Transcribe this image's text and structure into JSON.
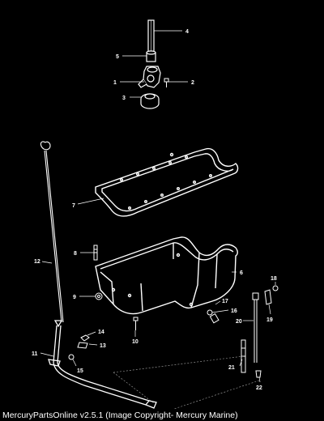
{
  "diagram": {
    "parts": [
      {
        "number": "1"
      },
      {
        "number": "2"
      },
      {
        "number": "3"
      },
      {
        "number": "4"
      },
      {
        "number": "5"
      },
      {
        "number": "6"
      },
      {
        "number": "7"
      },
      {
        "number": "8"
      },
      {
        "number": "9"
      },
      {
        "number": "10"
      },
      {
        "number": "11"
      },
      {
        "number": "12"
      },
      {
        "number": "13"
      },
      {
        "number": "14"
      },
      {
        "number": "15"
      },
      {
        "number": "16"
      },
      {
        "number": "17"
      },
      {
        "number": "18"
      },
      {
        "number": "19"
      },
      {
        "number": "20"
      },
      {
        "number": "21"
      },
      {
        "number": "22"
      }
    ]
  },
  "footer": {
    "text": "MercuryPartsOnline v2.5.1 (Image Copyright- Mercury Marine)"
  }
}
